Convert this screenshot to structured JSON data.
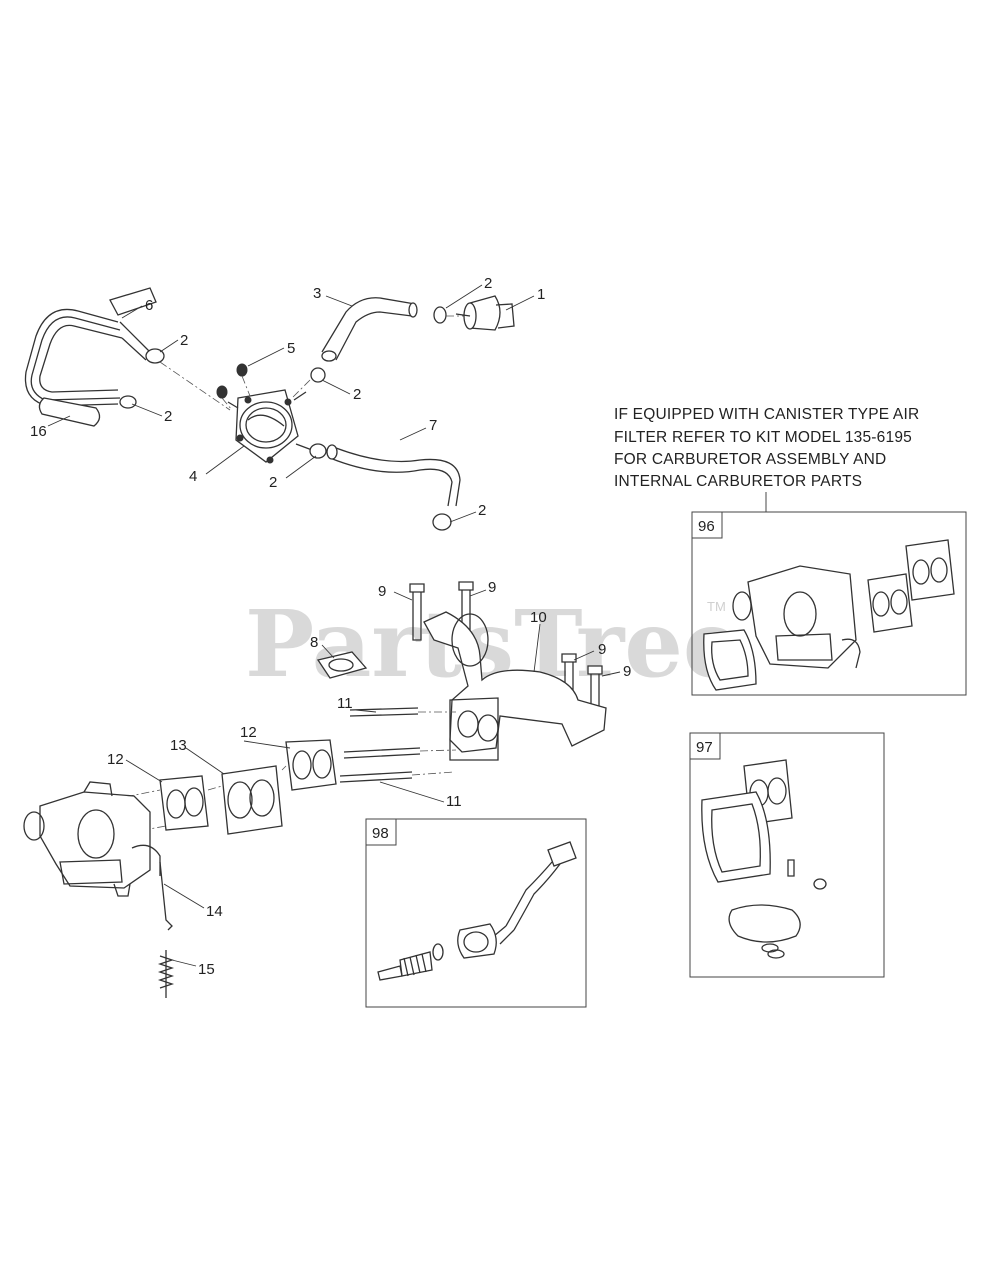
{
  "watermark": {
    "text": "PartsTree",
    "trademark": "TM"
  },
  "note": {
    "lines": [
      "IF EQUIPPED WITH CANISTER TYPE AIR",
      "FILTER REFER TO KIT MODEL 135-6195",
      "FOR CARBURETOR ASSEMBLY AND",
      "INTERNAL CARBURETOR PARTS"
    ]
  },
  "kits": [
    {
      "label": "96"
    },
    {
      "label": "97"
    },
    {
      "label": "98"
    }
  ],
  "callouts": [
    "1",
    "2",
    "3",
    "2",
    "6",
    "2",
    "5",
    "2",
    "16",
    "4",
    "2",
    "7",
    "2",
    "9",
    "9",
    "8",
    "10",
    "9",
    "9",
    "11",
    "12",
    "13",
    "12",
    "11",
    "14",
    "15"
  ]
}
